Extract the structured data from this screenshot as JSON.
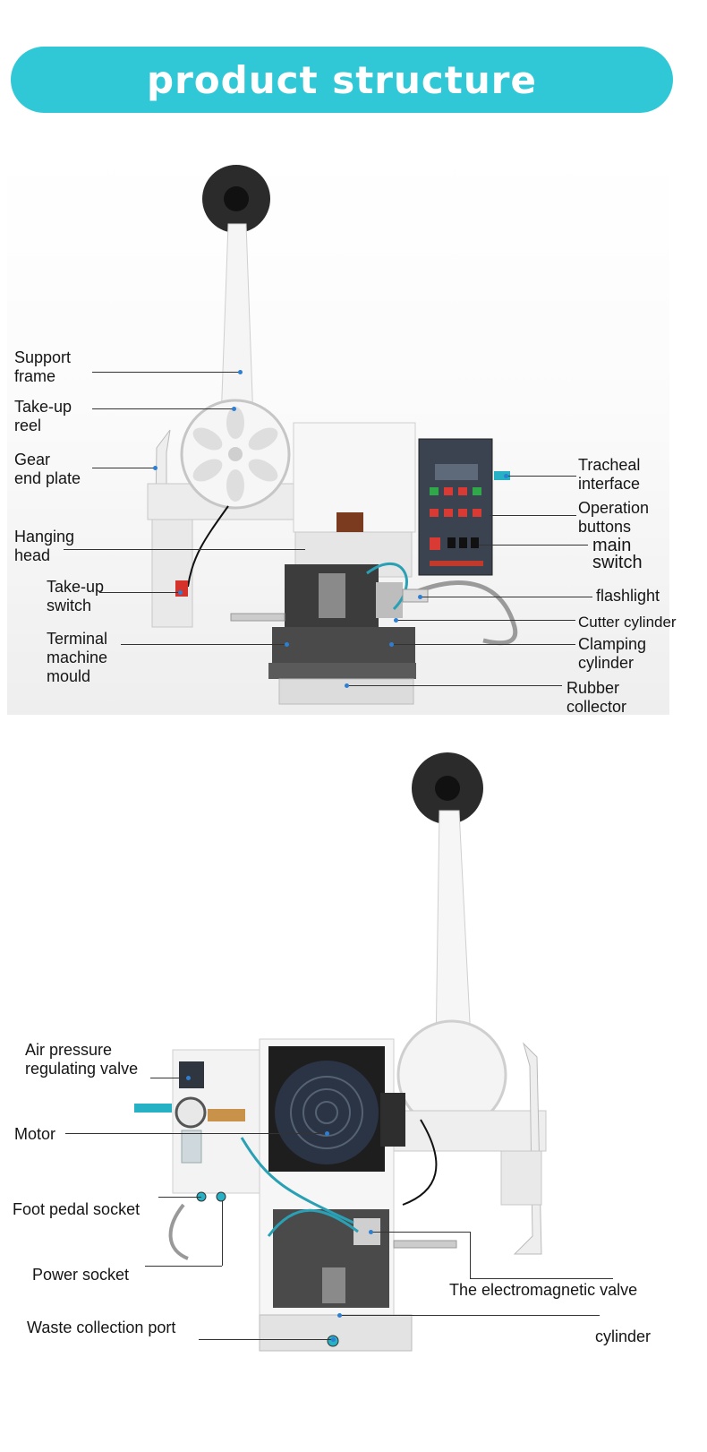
{
  "header": {
    "title": "product structure",
    "color": "#30c8d6"
  },
  "diagram1": {
    "labels": {
      "support_frame": "Support\nframe",
      "takeup_reel": "Take-up\nreel",
      "gear_end_plate": "Gear\nend plate",
      "hanging_head": "Hanging\nhead",
      "takeup_switch": "Take-up\nswitch",
      "terminal_mould": "Terminal\nmachine\nmould",
      "tracheal_interface": "Tracheal\ninterface",
      "operation_buttons": "Operation\nbuttons",
      "main_switch": "main\nswitch",
      "flashlight": "flashlight",
      "cutter_cylinder": "Cutter cylinder",
      "clamping_cylinder": "Clamping\ncylinder",
      "rubber_collector": "Rubber\ncollector"
    }
  },
  "diagram2": {
    "labels": {
      "air_valve": "Air pressure\nregulating valve",
      "motor": "Motor",
      "foot_pedal": "Foot pedal socket",
      "power_socket": "Power socket",
      "waste_port": "Waste collection port",
      "em_valve": "The electromagnetic valve",
      "cylinder": "cylinder"
    }
  },
  "colors": {
    "leader_dot": "#2d7fd3",
    "frame": "#f2f2f2",
    "motor": "#2a3444",
    "hose": "#2aa0b4"
  }
}
